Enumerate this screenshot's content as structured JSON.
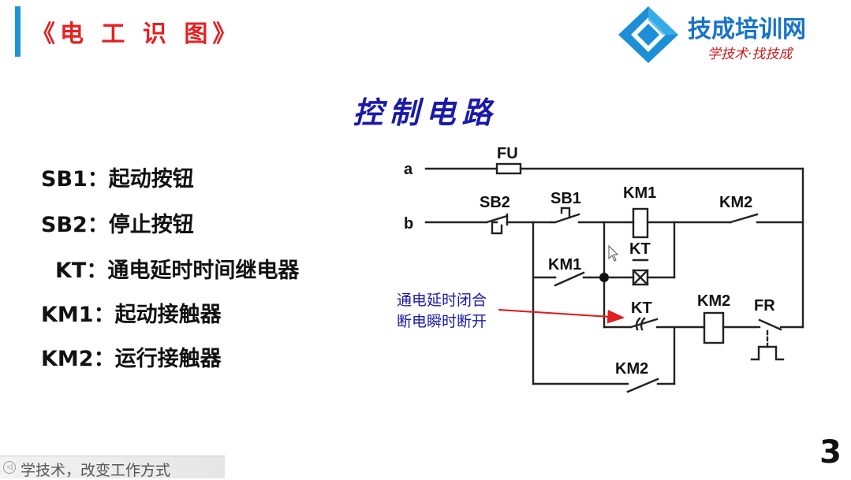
{
  "header": {
    "title": "《电 工 识 图》"
  },
  "logo": {
    "name": "技成培训网",
    "slogan": "学技术·找技成"
  },
  "slide": {
    "title": "控制电路",
    "page_number": "3"
  },
  "legend": [
    {
      "text": "SB1：起动按钮"
    },
    {
      "text": "SB2：停止按钮"
    },
    {
      "text": "KT：通电延时时间继电器"
    },
    {
      "text": "KM1：起动接触器"
    },
    {
      "text": "KM2：运行接触器"
    }
  ],
  "circuit": {
    "labels": {
      "a": "a",
      "b": "b",
      "fu": "FU",
      "sb2": "SB2",
      "sb1": "SB1",
      "km1_coil": "KM1",
      "km2_top": "KM2",
      "kt_coil": "KT",
      "km1_contact": "KM1",
      "kt_contact": "KT",
      "km2_coil": "KM2",
      "fr": "FR",
      "km2_bottom": "KM2"
    },
    "note_lines": [
      "通电延时闭合",
      "断电瞬时断开"
    ],
    "colors": {
      "wire": "#222222",
      "note": "#1a1aa8",
      "arrow": "#e02020"
    }
  },
  "footer": {
    "text": "学技术，改变工作方式"
  }
}
